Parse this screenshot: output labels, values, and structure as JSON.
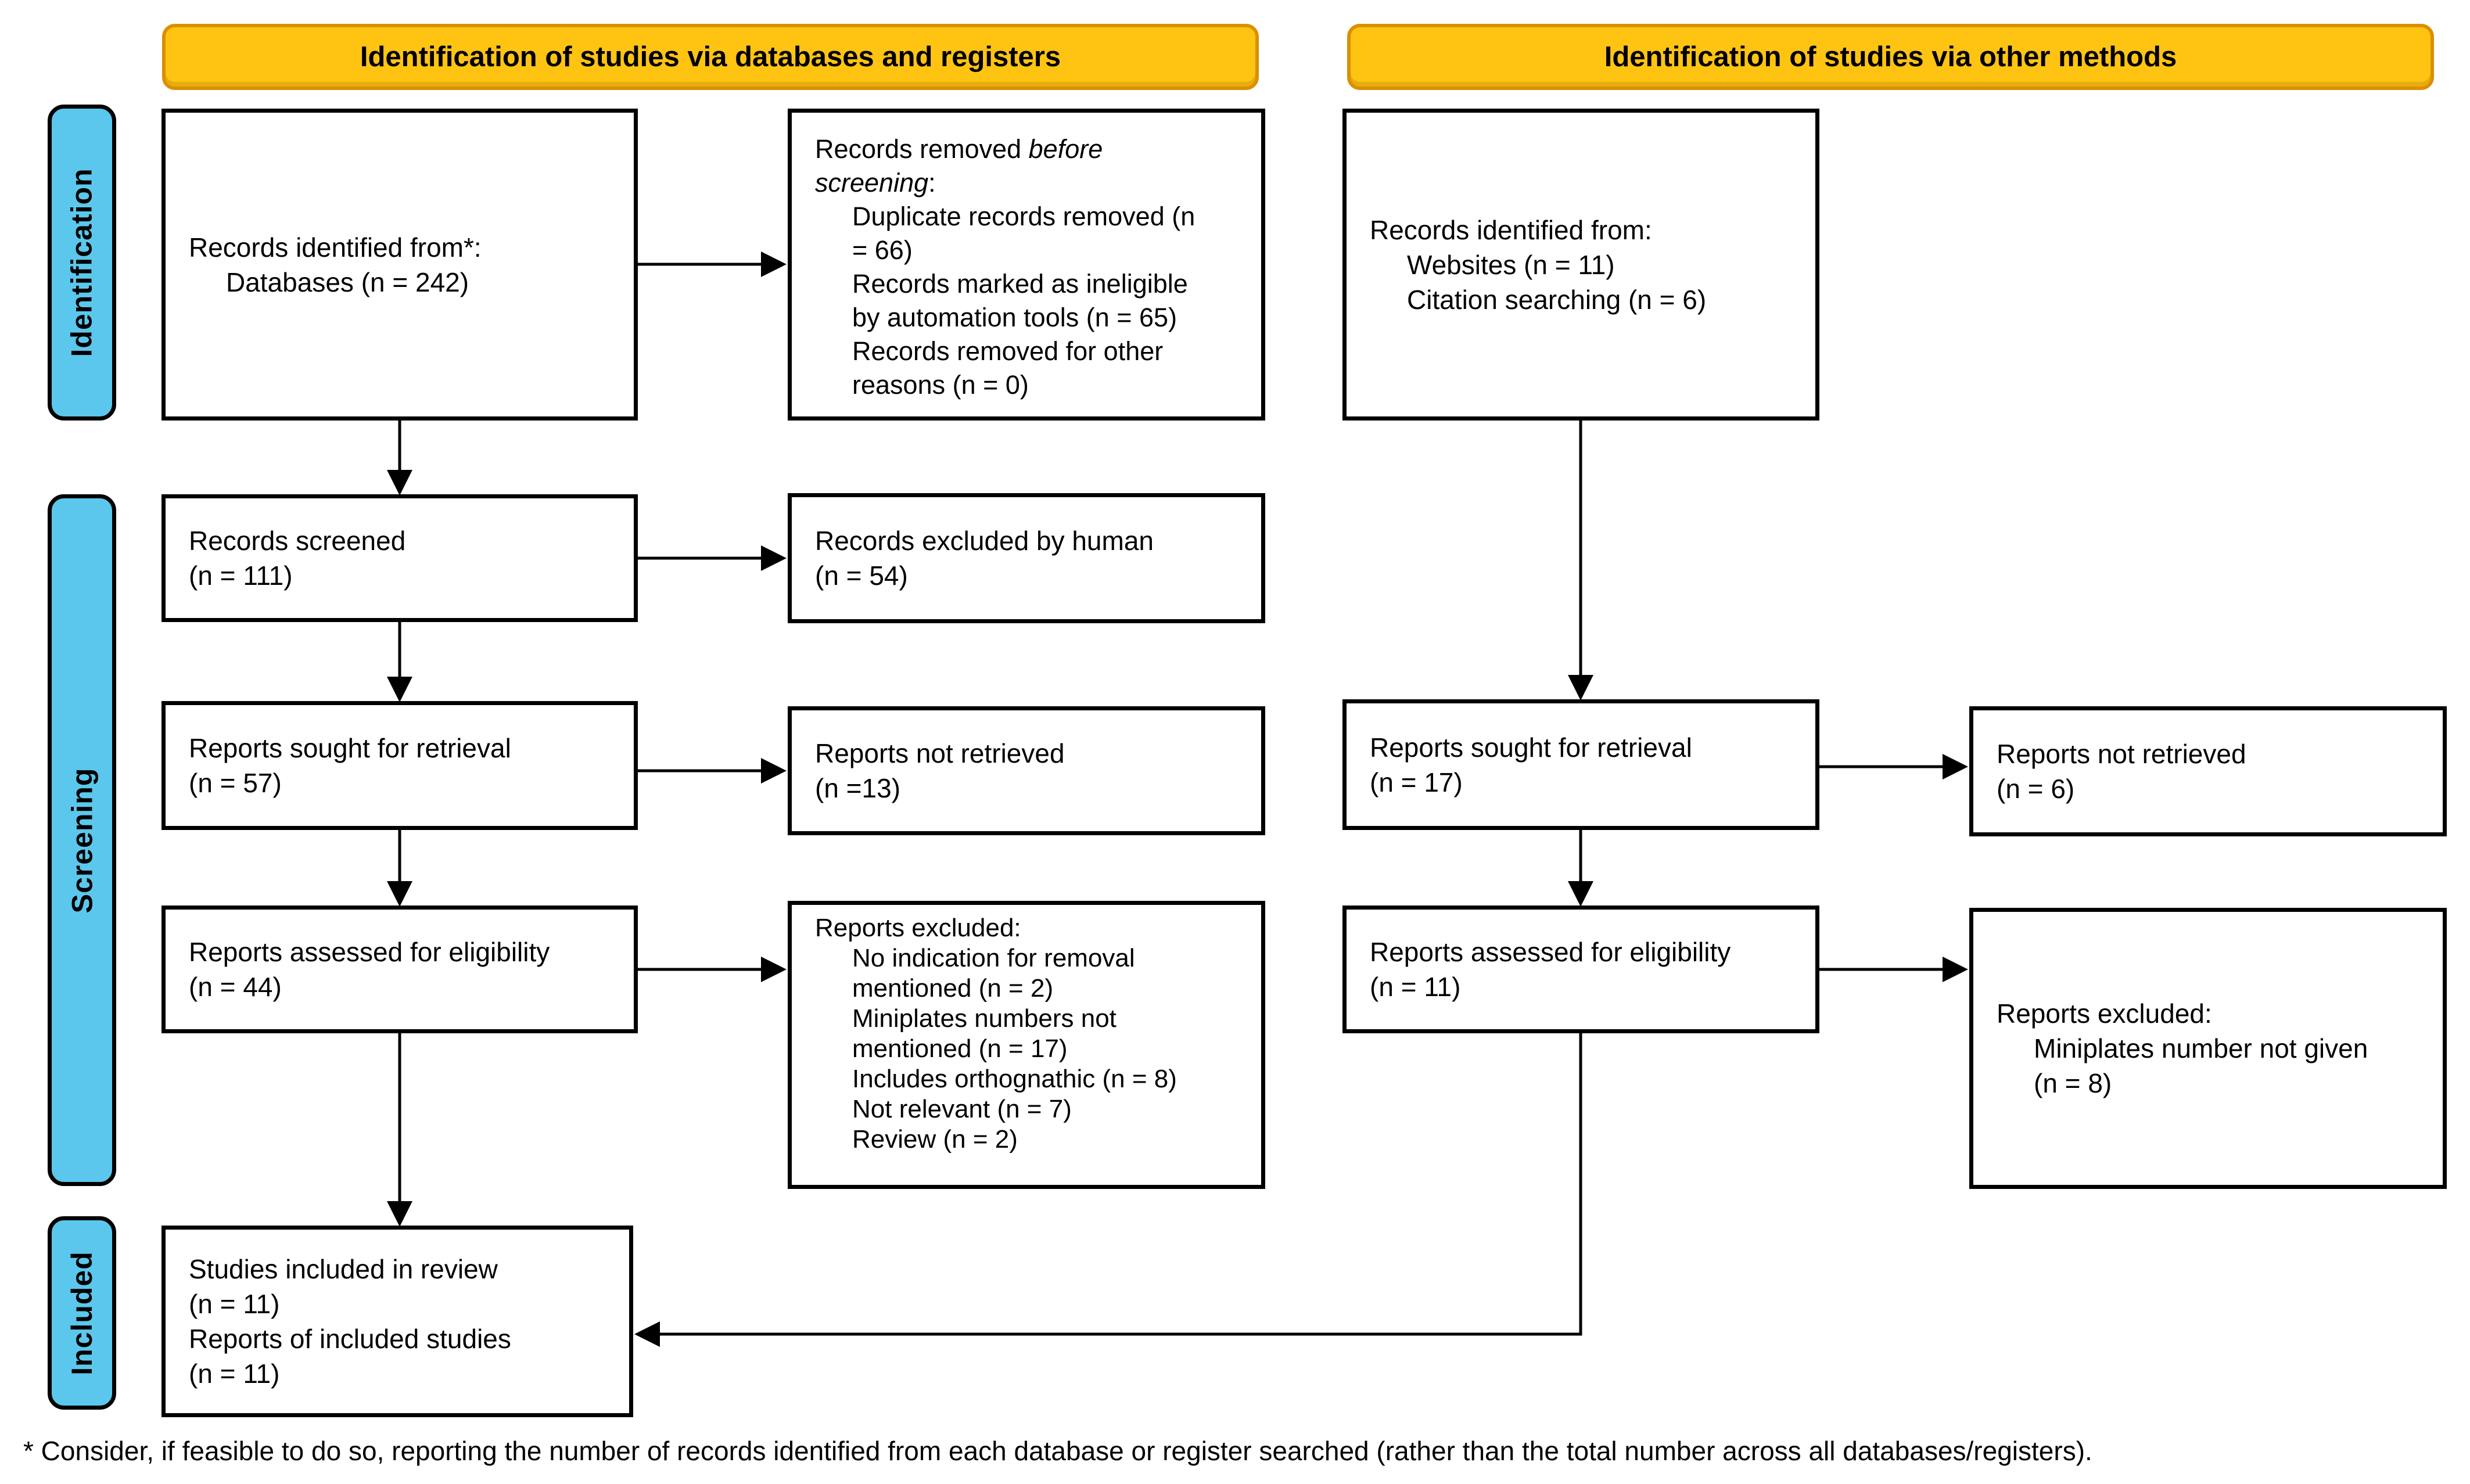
{
  "page": {
    "headers": {
      "databases": "Identification of studies via databases and registers",
      "other": "Identification of studies via other methods"
    },
    "sidebar": {
      "identification": "Identification",
      "screening": "Screening",
      "included": "Included"
    },
    "colors": {
      "header_fill": "#FFC412",
      "header_border": "#DB8F00",
      "sidebar_fill": "#5BC7EC",
      "box_border": "#000000"
    },
    "footnote": "* Consider, if feasible to do so, reporting the number of records identified from each database or register searched (rather than the total number across all databases/registers)."
  },
  "boxes": {
    "records_identified_db": {
      "line1": "Records identified from*:",
      "line2": "Databases (n = 242)"
    },
    "records_removed": {
      "intro_pre": "Records removed ",
      "intro_italic_1": "before",
      "intro_italic_2": "screening",
      "intro_suffix": ":",
      "item1_l1": "Duplicate records removed (n",
      "item1_l2": "= 66)",
      "item2_l1": "Records marked as ineligible",
      "item2_l2": "by automation tools (n = 65)",
      "item3_l1": "Records removed for other",
      "item3_l2": "reasons (n = 0)"
    },
    "records_identified_other": {
      "line1": "Records identified from:",
      "line2": "Websites (n = 11)",
      "line3": "Citation searching (n = 6)"
    },
    "records_screened": {
      "line1": "Records screened",
      "line2": "(n = 111)"
    },
    "records_excluded_human": {
      "line1": "Records excluded by human",
      "line2": "(n = 54)"
    },
    "reports_sought_db": {
      "line1": "Reports sought for retrieval",
      "line2": "(n = 57)"
    },
    "reports_not_retrieved_db": {
      "line1": "Reports not retrieved",
      "line2": "(n =13)"
    },
    "reports_sought_other": {
      "line1": "Reports sought for retrieval",
      "line2": "(n = 17)"
    },
    "reports_not_retrieved_other": {
      "line1": "Reports not retrieved",
      "line2": "(n = 6)"
    },
    "reports_assessed_db": {
      "line1": "Reports assessed for eligibility",
      "line2": "(n = 44)"
    },
    "reports_excluded_db": {
      "title": "Reports excluded:",
      "item1_l1": "No indication for removal",
      "item1_l2": "mentioned (n = 2)",
      "item2_l1": "Miniplates numbers not",
      "item2_l2": "mentioned (n = 17)",
      "item3": "Includes orthognathic (n = 8)",
      "item4": "Not relevant (n = 7)",
      "item5": "Review (n = 2)"
    },
    "reports_assessed_other": {
      "line1": "Reports assessed for eligibility",
      "line2": "(n = 11)"
    },
    "reports_excluded_other": {
      "title": "Reports excluded:",
      "item1_l1": "Miniplates number not given",
      "item1_l2": "(n = 8)"
    },
    "studies_included": {
      "line1": "Studies included in review",
      "line2": "(n = 11)",
      "line3": "Reports of included studies",
      "line4": "(n = 11)"
    }
  }
}
